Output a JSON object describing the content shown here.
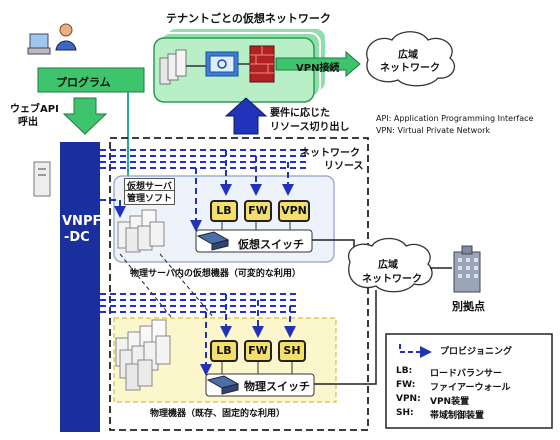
{
  "colors": {
    "vnpf_blue": "#1a2f9e",
    "program_green": "#3ec46d",
    "tenant_green": "#8fe0a8",
    "device_yellow": "#f4df6a",
    "phys_area": "#fcf6cc",
    "provision_blue": "#2233bb",
    "vpn_arrow_green": "#3ec46d"
  },
  "tenant_network": {
    "title": "テナントごとの仮想ネットワーク"
  },
  "vpn": {
    "label": "VPN接続"
  },
  "wan_top": {
    "label1": "広域",
    "label2": "ネットワーク"
  },
  "program": {
    "label": "プログラム"
  },
  "web_api": {
    "line1": "ウェブAPI",
    "line2": "呼出"
  },
  "request": {
    "line1": "要件に応じた",
    "line2": "リソース切り出し"
  },
  "abbrev": {
    "api": "API: Application Programming Interface",
    "vpn": "VPN: Virtual Private Network"
  },
  "network_resources": {
    "line1": "ネットワーク",
    "line2": "リソース"
  },
  "vnpf": {
    "line1": "VNPF",
    "line2": "-DC"
  },
  "vmm": {
    "line1": "仮想サーバ",
    "line2": "管理ソフト"
  },
  "virtual_devices": [
    "LB",
    "FW",
    "VPN"
  ],
  "virtual_switch": {
    "label": "仮想スイッチ"
  },
  "virtual_caption": "物理サーバ内の仮想機器（可変的な利用）",
  "wan_mid": {
    "label1": "広域",
    "label2": "ネットワーク"
  },
  "branch": {
    "label": "別拠点"
  },
  "physical_devices": [
    "LB",
    "FW",
    "SH"
  ],
  "physical_switch": {
    "label": "物理スイッチ"
  },
  "physical_caption": "物理機器（既存、固定的な利用）",
  "legend": {
    "provisioning": "プロビジョニング",
    "items": [
      {
        "abbr": "LB:",
        "desc": "ロードバランサー"
      },
      {
        "abbr": "FW:",
        "desc": "ファイアーウォール"
      },
      {
        "abbr": "VPN:",
        "desc": "VPN装置"
      },
      {
        "abbr": "SH:",
        "desc": "帯域制御装置"
      }
    ]
  }
}
